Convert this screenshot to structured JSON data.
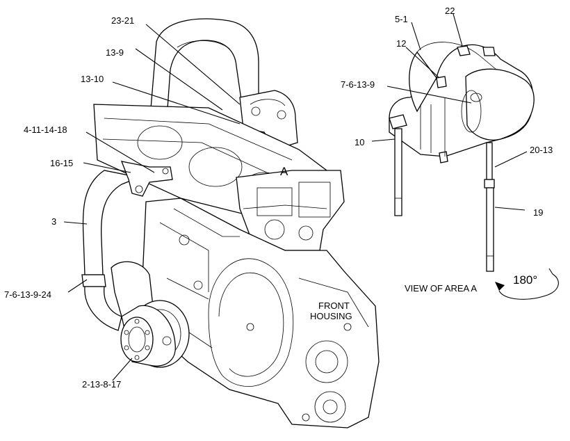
{
  "callouts": {
    "c_23_21": "23-21",
    "c_13_9": "13-9",
    "c_13_10": "13-10",
    "c_4_11_14_18": "4-11-14-18",
    "c_16_15": "16-15",
    "c_3": "3",
    "c_7_6_13_9_24": "7-6-13-9-24",
    "c_2_13_8_17": "2-13-8-17",
    "c_5_1": "5-1",
    "c_22": "22",
    "c_12": "12",
    "c_7_6_13_9": "7-6-13-9",
    "c_10": "10",
    "c_20_13": "20-13",
    "c_19": "19"
  },
  "area_marker": "A",
  "front_housing": {
    "line1": "FRONT",
    "line2": "HOUSING"
  },
  "view_caption": "VIEW OF AREA A",
  "rotation": "180°"
}
